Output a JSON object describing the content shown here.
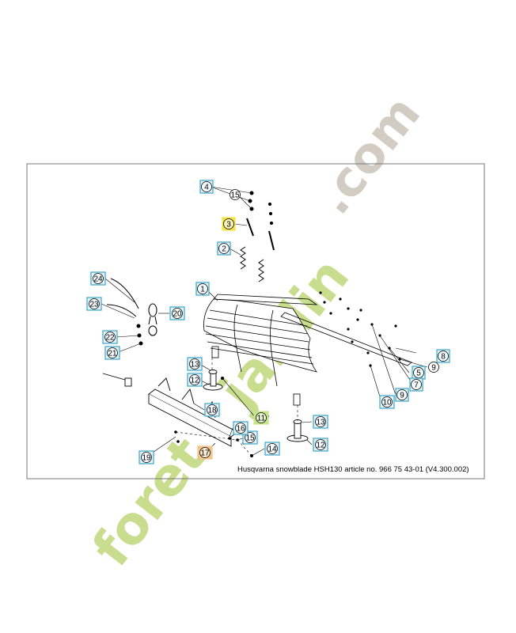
{
  "caption": "Husqvarna snowblade HSH130 article no. 966 75 43-01  (V4.300.002)",
  "watermark": {
    "brand_part1": "foret",
    "brand_part2": "jardin",
    "brand_suffix": ".com",
    "color_green": "#c8dd8e",
    "color_grey": "#d2ccc2"
  },
  "colors": {
    "frame": "#777777",
    "line": "#000000",
    "callout_box": "#3aa5c9",
    "callout_fill": "#e6f5fb",
    "highlight_yellow": "#f5e34a",
    "highlight_green": "#c6e58a",
    "highlight_orange": "#f4c58a"
  },
  "callouts": [
    {
      "id": "c1",
      "label": "1",
      "style": "box"
    },
    {
      "id": "c2",
      "label": "2",
      "style": "box"
    },
    {
      "id": "c3",
      "label": "3",
      "style": "yellow"
    },
    {
      "id": "c4",
      "label": "4",
      "style": "box"
    },
    {
      "id": "c5",
      "label": "5",
      "style": "box"
    },
    {
      "id": "c7",
      "label": "7",
      "style": "box"
    },
    {
      "id": "c8",
      "label": "8",
      "style": "box"
    },
    {
      "id": "c9a",
      "label": "9",
      "style": "plain"
    },
    {
      "id": "c9b",
      "label": "9",
      "style": "box"
    },
    {
      "id": "c10",
      "label": "10",
      "style": "box"
    },
    {
      "id": "c11",
      "label": "11",
      "style": "green"
    },
    {
      "id": "c12a",
      "label": "12",
      "style": "box"
    },
    {
      "id": "c12b",
      "label": "12",
      "style": "box"
    },
    {
      "id": "c13a",
      "label": "13",
      "style": "box"
    },
    {
      "id": "c13b",
      "label": "13",
      "style": "box"
    },
    {
      "id": "c14",
      "label": "14",
      "style": "box"
    },
    {
      "id": "c15a",
      "label": "15",
      "style": "plain"
    },
    {
      "id": "c15b",
      "label": "15",
      "style": "box"
    },
    {
      "id": "c16",
      "label": "16",
      "style": "box"
    },
    {
      "id": "c17",
      "label": "17",
      "style": "orange"
    },
    {
      "id": "c18",
      "label": "18",
      "style": "box"
    },
    {
      "id": "c19",
      "label": "19",
      "style": "box"
    },
    {
      "id": "c20",
      "label": "20",
      "style": "box"
    },
    {
      "id": "c21",
      "label": "21",
      "style": "box"
    },
    {
      "id": "c22",
      "label": "22",
      "style": "box"
    },
    {
      "id": "c23",
      "label": "23",
      "style": "box"
    },
    {
      "id": "c24",
      "label": "24",
      "style": "box"
    }
  ]
}
